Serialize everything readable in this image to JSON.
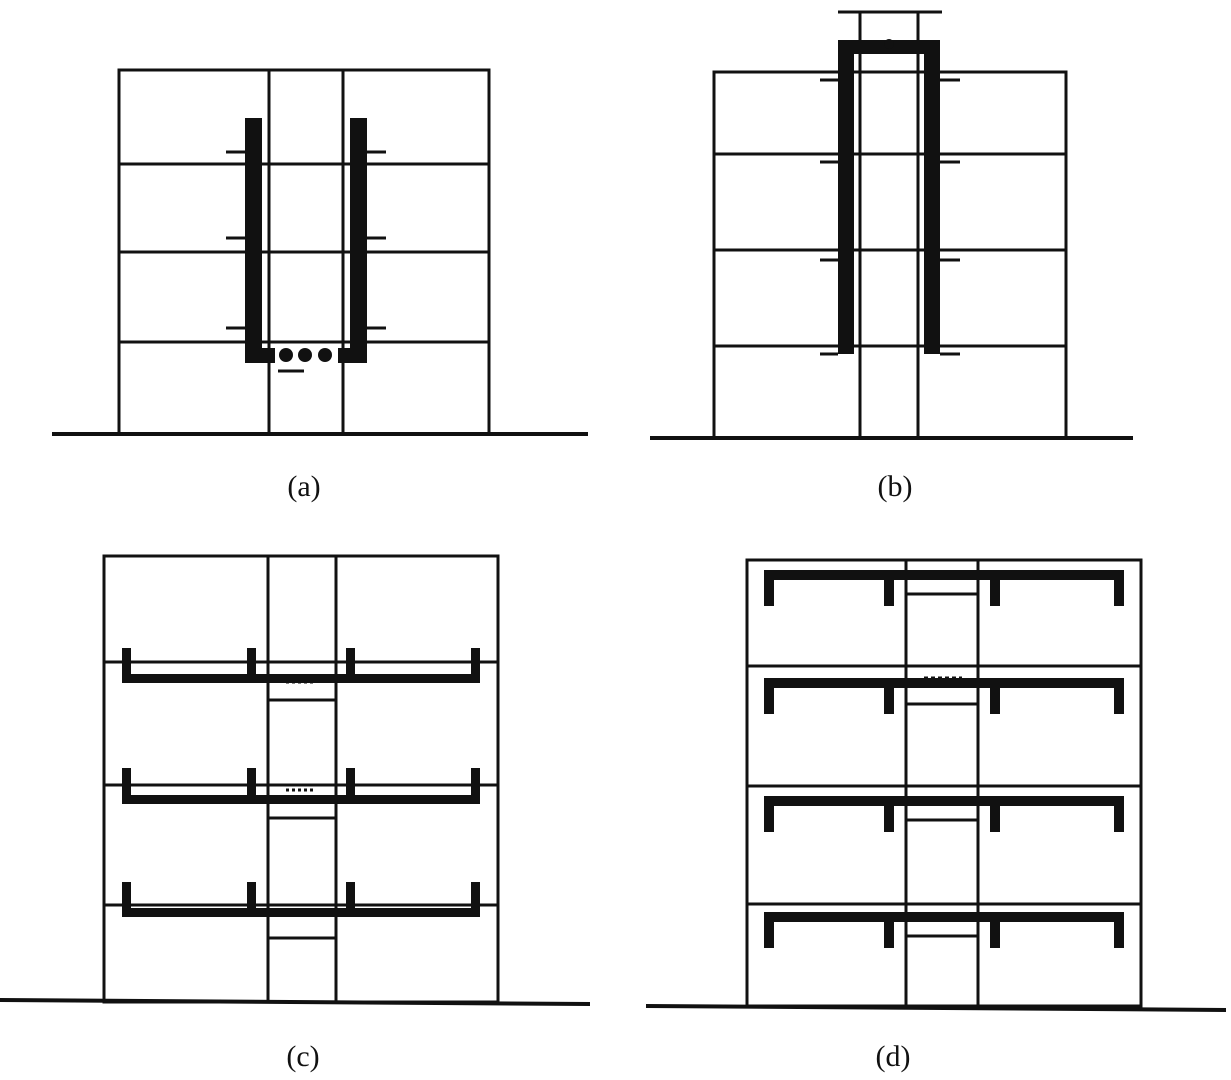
{
  "panels": [
    {
      "id": "a",
      "caption": "(a)"
    },
    {
      "id": "b",
      "caption": "(b)"
    },
    {
      "id": "c",
      "caption": "(c)"
    },
    {
      "id": "d",
      "caption": "(d)"
    }
  ],
  "colors": {
    "ink": "#111111",
    "background": "#ffffff"
  }
}
